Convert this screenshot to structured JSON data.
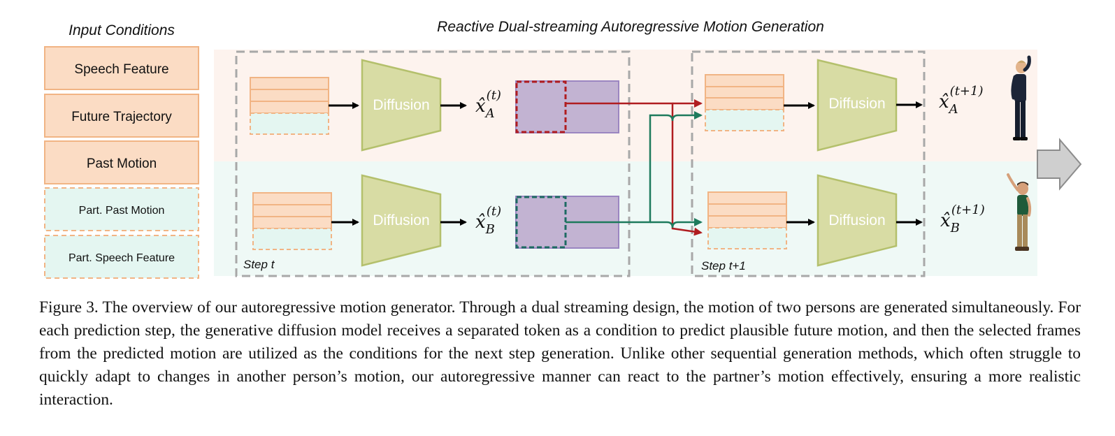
{
  "diagram": {
    "input_conditions_title": "Input Conditions",
    "main_title": "Reactive Dual-streaming Autoregressive Motion Generation",
    "legend": [
      {
        "label": "Speech Feature",
        "style": "solid"
      },
      {
        "label": "Future Trajectory",
        "style": "solid"
      },
      {
        "label": "Past Motion",
        "style": "solid"
      },
      {
        "label": "Part. Past Motion",
        "style": "dashed"
      },
      {
        "label": "Part. Speech Feature",
        "style": "dashed"
      }
    ],
    "diffusion_label": "Diffusion",
    "step_t_label": "Step t",
    "step_t1_label": "Step t+1",
    "outputs": {
      "symbol": "x̂",
      "a_sub": "A",
      "b_sub": "B",
      "sup_t": "(t)",
      "sup_t1": "(t+1)"
    },
    "colors": {
      "orange_fill": "#fbdcc4",
      "orange_border": "#f1b484",
      "teal_fill": "#e4f6f1",
      "diffusion_fill": "#d8dca4",
      "diffusion_border": "#b4c06c",
      "purple_fill": "#c2b3d2",
      "purple_border": "#9b86c1",
      "red_arrow": "#b01d20",
      "green_arrow": "#1d7a5c",
      "top_band": "#fdf3ee",
      "bottom_band": "#eff9f6"
    }
  },
  "caption": "Figure 3. The overview of our autoregressive motion generator. Through a dual streaming design, the motion of two persons are generated simultaneously. For each prediction step, the generative diffusion model receives a separated token as a condition to predict plausible future motion, and then the selected frames from the predicted motion are utilized as the conditions for the next step generation. Unlike other sequential generation methods, which often struggle to quickly adapt to changes in another person’s motion, our autoregressive manner can react to the partner’s motion effectively, ensuring a more realistic interaction."
}
